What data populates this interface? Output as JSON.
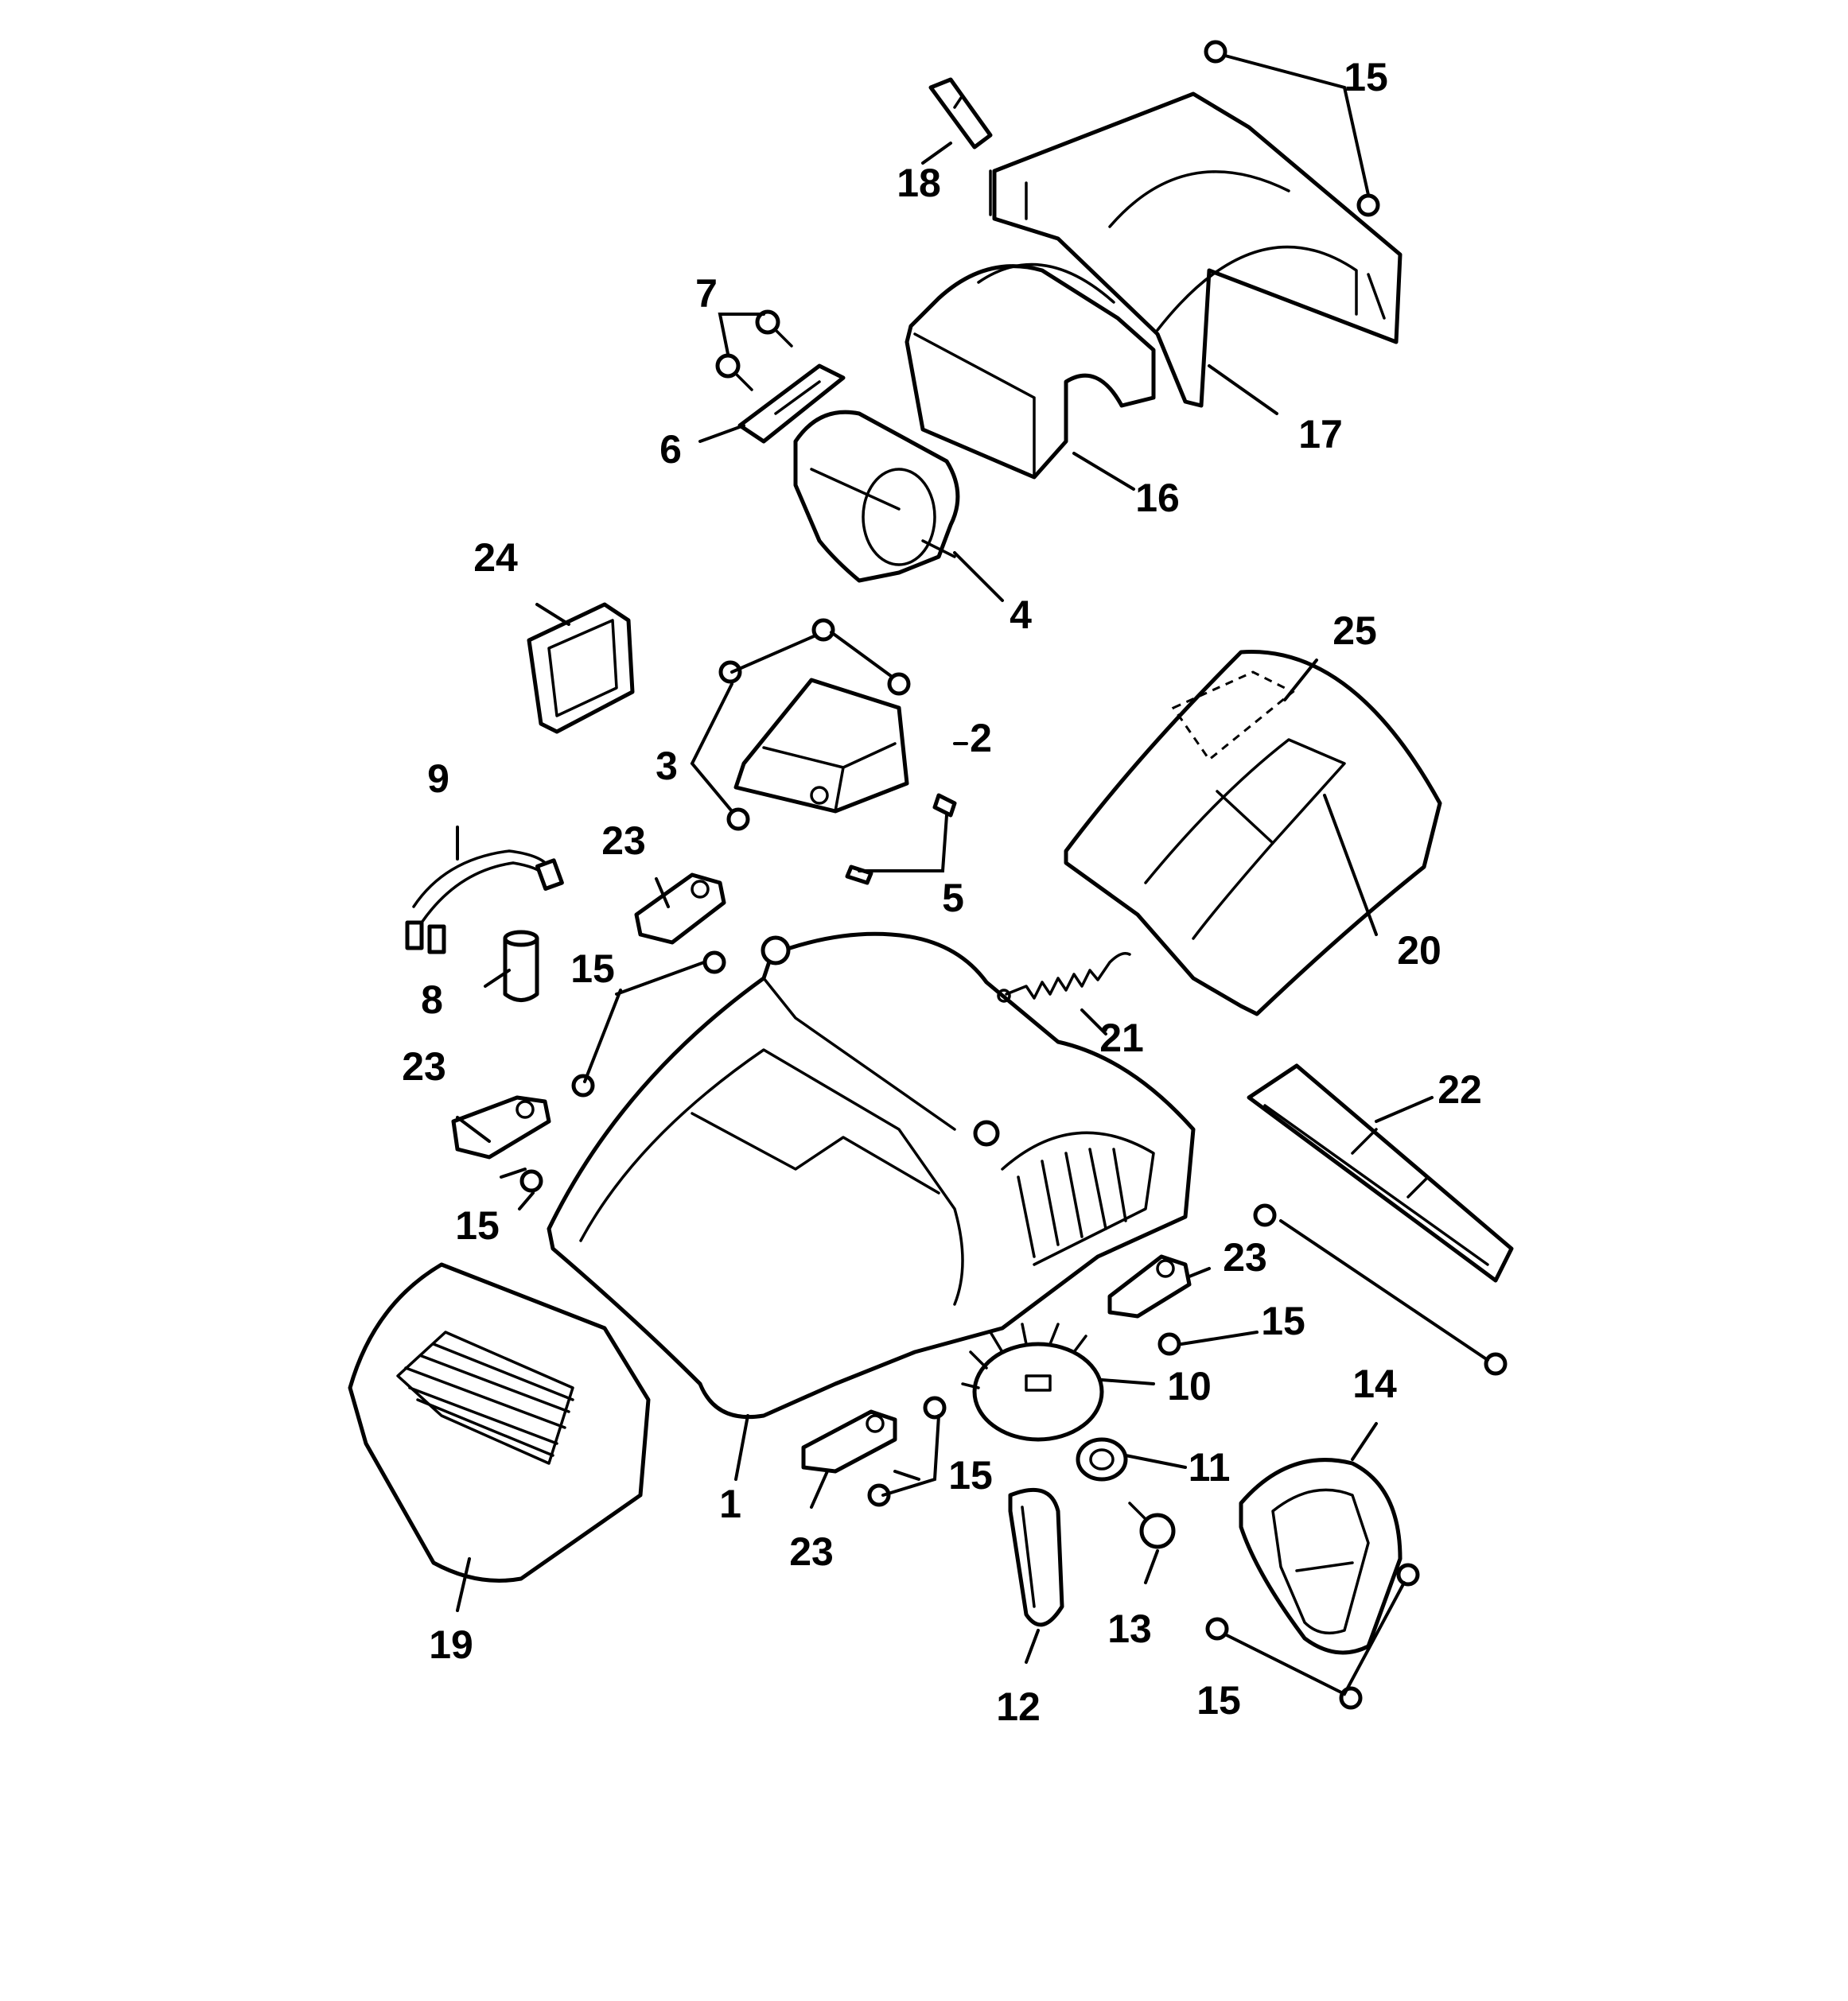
{
  "diagram": {
    "callouts": {
      "c1": "1",
      "c2": "2",
      "c3": "3",
      "c4": "4",
      "c5": "5",
      "c6": "6",
      "c7": "7",
      "c8": "8",
      "c9": "9",
      "c10": "10",
      "c11": "11",
      "c12": "12",
      "c13": "13",
      "c14": "14",
      "c15a": "15",
      "c15b": "15",
      "c15c": "15",
      "c15d": "15",
      "c15e": "15",
      "c15f": "15",
      "c16": "16",
      "c17": "17",
      "c18": "18",
      "c19": "19",
      "c20": "20",
      "c21": "21",
      "c22": "22",
      "c23a": "23",
      "c23b": "23",
      "c23c": "23",
      "c23d": "23",
      "c24": "24",
      "c25": "25"
    },
    "colors": {
      "ink": "#000000",
      "paper": "#ffffff"
    }
  }
}
